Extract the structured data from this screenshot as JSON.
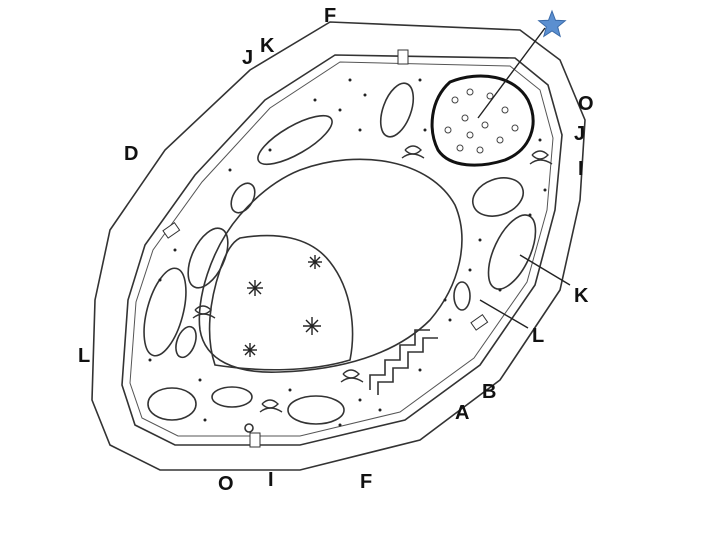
{
  "diagram": {
    "labels": [
      {
        "id": "F-top",
        "text": "F"
      },
      {
        "id": "K-top",
        "text": "K"
      },
      {
        "id": "J-top",
        "text": "J"
      },
      {
        "id": "D",
        "text": "D"
      },
      {
        "id": "O-right",
        "text": "O"
      },
      {
        "id": "J-right",
        "text": "J"
      },
      {
        "id": "I-right",
        "text": "I"
      },
      {
        "id": "K-right",
        "text": "K"
      },
      {
        "id": "L-right",
        "text": "L"
      },
      {
        "id": "B",
        "text": "B"
      },
      {
        "id": "A",
        "text": "A"
      },
      {
        "id": "L-left",
        "text": "L"
      },
      {
        "id": "O-bottom",
        "text": "O"
      },
      {
        "id": "I-bottom",
        "text": "I"
      },
      {
        "id": "F-bottom",
        "text": "F"
      }
    ],
    "marker": {
      "icon": "star-icon",
      "color": "#5b8fd0"
    },
    "colors": {
      "line": "#222222",
      "background": "#ffffff"
    }
  }
}
